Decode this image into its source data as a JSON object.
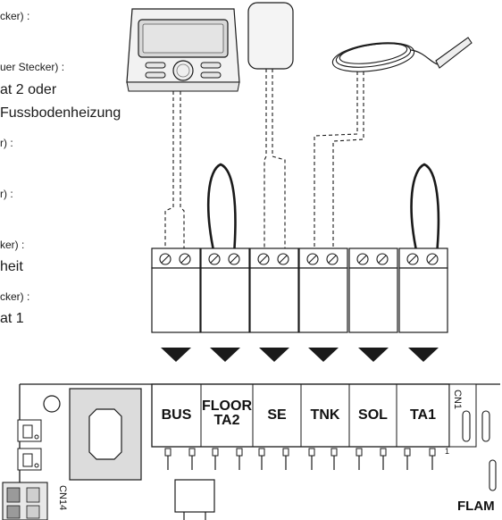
{
  "left_labels": [
    {
      "id": "l1",
      "text": "cker) :"
    },
    {
      "id": "l2",
      "text": "uer Stecker) :"
    },
    {
      "id": "l3",
      "text": "at 2 oder"
    },
    {
      "id": "l4",
      "text": "Fussbodenheizung"
    },
    {
      "id": "l5",
      "text": "r) :"
    },
    {
      "id": "l6",
      "text": "r) :"
    },
    {
      "id": "l7",
      "text": "ker) :"
    },
    {
      "id": "l8",
      "text": "heit"
    },
    {
      "id": "l9",
      "text": "cker) :"
    },
    {
      "id": "l10",
      "text": "at 1"
    }
  ],
  "terminals": [
    {
      "key": "bus",
      "line1": "BUS",
      "line2": ""
    },
    {
      "key": "floor-ta2",
      "line1": "FLOOR",
      "line2": "TA2"
    },
    {
      "key": "se",
      "line1": "SE",
      "line2": ""
    },
    {
      "key": "tnk",
      "line1": "TNK",
      "line2": ""
    },
    {
      "key": "sol",
      "line1": "SOL",
      "line2": ""
    },
    {
      "key": "ta1",
      "line1": "TA1",
      "line2": ""
    }
  ],
  "connector_labels": {
    "cn1": "CN1",
    "cn14": "CN14",
    "pin1": "1"
  },
  "board_label": "FLAM",
  "colors": {
    "line": "#1a1a1a",
    "fill": "#ffffff",
    "device": "#f2f2f2",
    "screen": "#d8d8d8",
    "plug": "#cfcfcf"
  }
}
